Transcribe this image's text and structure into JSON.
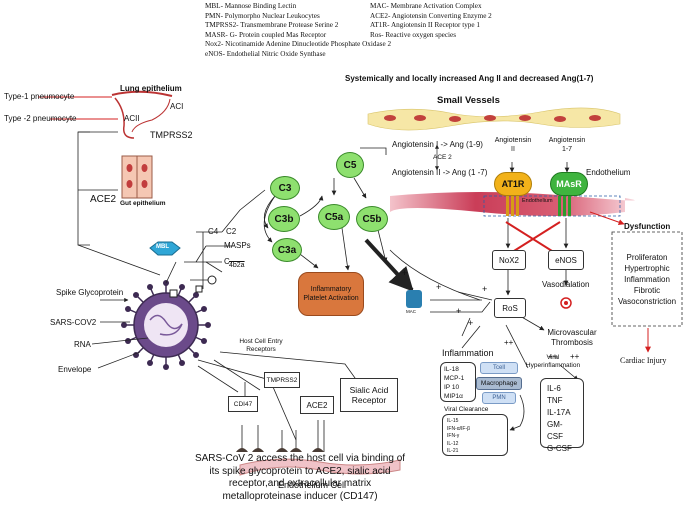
{
  "legend": {
    "left": [
      "MBL- Mannose Binding Lectin",
      "PMN- Polymorpho Nuclear  Leukocytes",
      "TMPRSS2- Transmembrane Protease Serine 2",
      "MASR- G- Protein coupled Mas Receptor",
      "Nox2- Nicotinamide Adenine Dinucleotide Phosphate Oxidase 2",
      "eNOS- Endothelial Nitric Oxide Synthase"
    ],
    "right": [
      "MAC- Membrane Activation Complex",
      "ACE2- Angiotensin Converting Enzyme 2",
      "AT1R- Angiotensin II Receptor type 1",
      "Ros- Reactive oxygen species"
    ]
  },
  "header": {
    "systemic": "Systemically and locally increased Ang II and decreased Ang(1-7)",
    "small_vessels": "Small Vessels"
  },
  "lung": {
    "title": "Lung epithelium",
    "type1": "Type-1 pneumocyte",
    "type2": "Type -2 pneumocyte",
    "aci": "ACI",
    "acii": "ACII",
    "tmprss2": "TMPRSS2",
    "ace2": "ACE2",
    "gut": "Gut epithelium"
  },
  "complement": {
    "mbl": "MBL",
    "c4": "C4",
    "c2": "C2",
    "masps": "MASPs",
    "c": "C",
    "c4b2a": "4b2a",
    "c3": "C3",
    "c3b": "C3b",
    "c3a": "C3a",
    "c5": "C5",
    "c5a": "C5a",
    "c5b": "C5b",
    "inflammatory": "Inflammatory Platelet Activation"
  },
  "virus": {
    "spike": "Spike Glycoprotein",
    "sars": "SARS-COV2",
    "rna": "RNA",
    "envelope": "Envelope"
  },
  "entry": {
    "title": "Host Cell Entry Receptors",
    "cd147": "CDI47",
    "tmprss2": "TMPRSS2",
    "ace2": "ACE2",
    "sialic": "Sialic Acid Receptor",
    "endothelium_cell": "Endothelium Cell"
  },
  "caption": "SARS-CoV 2 access the host cell via binding of its spike glycoprotein to ACE2, sialic acid receptor,and extracellular matrix metalloproteinase inducer (CD147)",
  "ang": {
    "line1": "Angiotensin I -> Ang   (1-9)",
    "ace2": "ACE 2",
    "line2": "Angiotensin II -> Ang   (1 -7)",
    "ang2": "Angiotensin II",
    "ang17": "Angiotensin 1-7",
    "at1r": "AT1R",
    "masr": "MAsR",
    "endothelium": "Endothelium",
    "endothelium_band": "Endothelium"
  },
  "pathway": {
    "nox2": "NoX2",
    "enos": "eNOS",
    "ros": "RoS",
    "mac": "MAC",
    "vasodilation": "Vasodialation",
    "microvascular": "Microvascular Thrombosis",
    "viral": "Viral Hyperinflammation",
    "plus": "+",
    "plusplus": "++"
  },
  "dysfunction": {
    "title": "Dysfunction",
    "items": [
      "Proliferaton",
      "Hypertrophic",
      "Inflammation",
      "Fibrotic",
      "Vasoconstriction"
    ],
    "cardiac": "Cardiac Injury"
  },
  "inflammation": {
    "title": "Inflammation",
    "cytokines": [
      "IL-18",
      "MCP-1",
      "IP 10",
      "MIP1α"
    ],
    "tcell": "Tcell",
    "macrophage": "Macrophage",
    "pmn": "PMN",
    "right": [
      "IL-6",
      "TNF",
      "IL-17A",
      "GM-CSF",
      "G-CSF"
    ],
    "clearance_title": "Viral Clearance",
    "clearance": [
      "IL-15",
      "IFN-α/IF-β",
      "IFN-γ",
      "IL-12",
      "IL-21"
    ]
  },
  "colors": {
    "complement_green": "#8ee06f",
    "at1r": "#f2b21a",
    "masr": "#3fb43f",
    "inflammatory": "#d9773d",
    "red": "#d42020",
    "mbl": "#2fa6d6"
  }
}
